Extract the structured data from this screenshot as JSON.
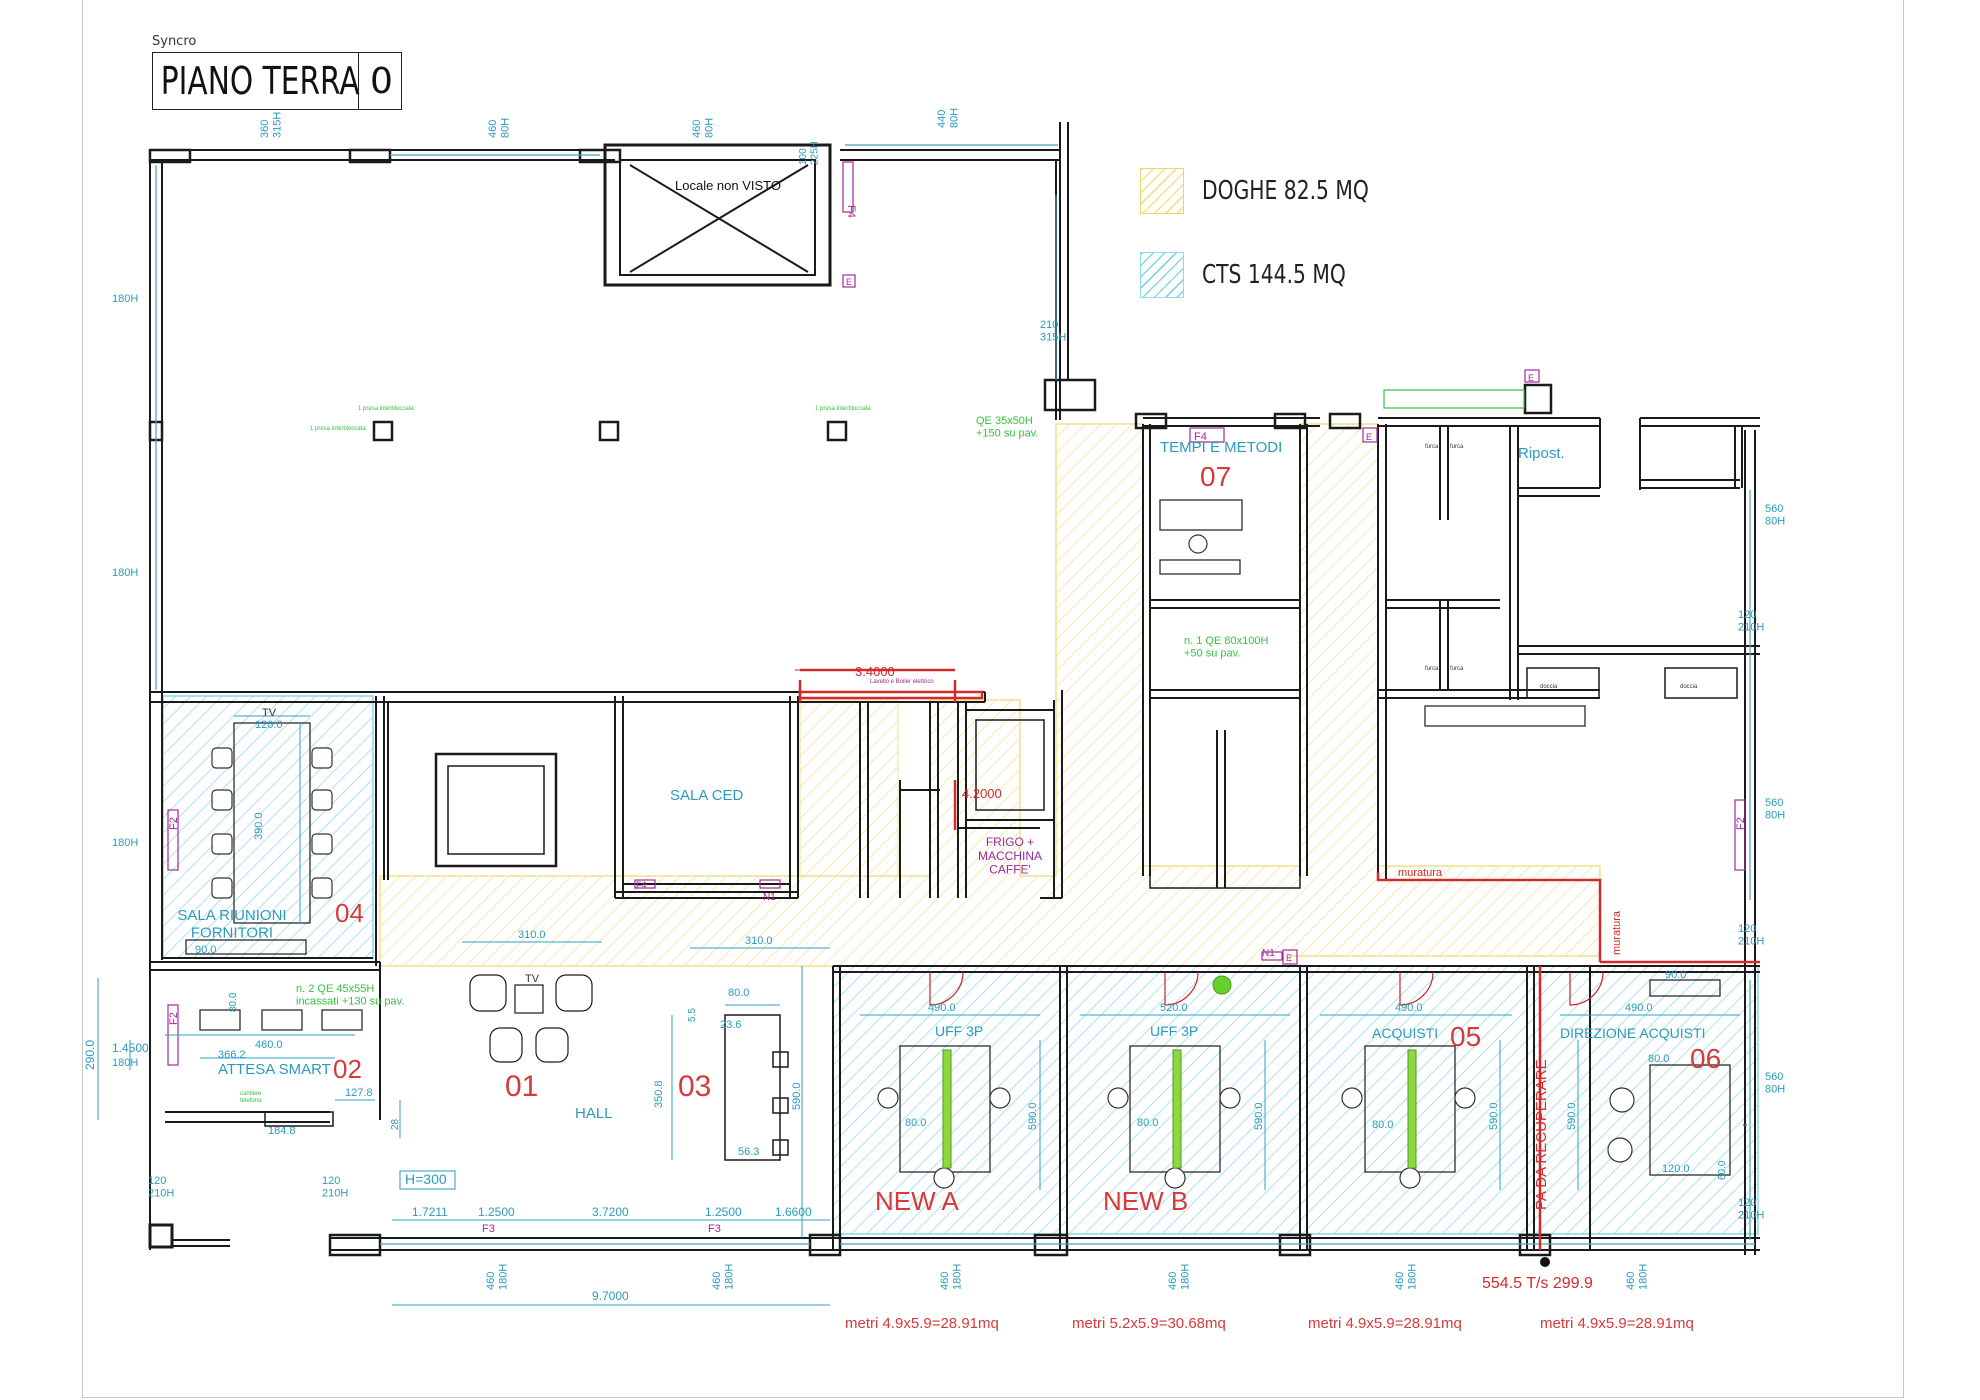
{
  "header": {
    "brand": "Syncro",
    "title": "PIANO TERRA",
    "floor_number": "0"
  },
  "legend": [
    {
      "label": "DOGHE 82.5 MQ",
      "color": "#f0e178"
    },
    {
      "label": "CTS 144.5 MQ",
      "color": "#7dd6e4"
    }
  ],
  "rooms": {
    "sala_riunioni": {
      "name": "SALA RIUNIONI\nFORNITORI",
      "number": "04"
    },
    "attesa_smart": {
      "name": "ATTESA SMART",
      "number": "02"
    },
    "hall": {
      "name": "HALL",
      "number": "01"
    },
    "room_03": {
      "number": "03"
    },
    "sala_ced": {
      "name": "SALA CED"
    },
    "tempi_metodi": {
      "name": "TEMPI E METODI",
      "number": "07"
    },
    "ripost": {
      "name": "Ripost."
    },
    "frigo": {
      "name": "FRIGO +\nMACCHINA\nCAFFE'"
    },
    "locale_non_visto": {
      "name": "Locale non VISTO"
    },
    "uff_a": {
      "name": "UFF 3P",
      "label": "NEW  A",
      "area": "metri 4.9x5.9=28.91mq"
    },
    "uff_b": {
      "name": "UFF 3P",
      "label": "NEW  B",
      "area": "metri 5.2x5.9=30.68mq"
    },
    "acquisti": {
      "name": "ACQUISTI",
      "number": "05",
      "area": "metri 4.9x5.9=28.91mq"
    },
    "direzione_acquisti": {
      "name": "DIREZIONE ACQUISTI",
      "number": "06",
      "area": "metri 4.9x5.9=28.91mq"
    }
  },
  "notes": {
    "qe_35x50": "QE 35x50H\n+150 su pav.",
    "qe_80x100": "n. 1 QE 80x100H\n+50 su pav.",
    "qe_45x55": "n. 2 QE 45x55H\nincassati +130 su pav.",
    "muratura_h": "muratura",
    "muratura_v": "muratura",
    "pa_da_recuperare": "PA DA RECUPERARE",
    "power": "554.5 T/s   299.9",
    "h300": "H=300",
    "tv_sala": "TV",
    "tv_hall": "TV",
    "lavello": "Lavello e Boiler elettrico",
    "presa_1": "1 presa interbloccata",
    "presa_2": "1 presa interbloccata",
    "presa_3": "1 presa interbloccata",
    "cantiere": "cantiere\ntelefono"
  },
  "dimensions": {
    "d_3_4000": "3.4000",
    "d_4_2000": "4.2000",
    "d_310_a": "310.0",
    "d_310_b": "310.0",
    "d_120": "120.0",
    "d_390": "390.0",
    "d_90_sala": "90.0",
    "d_460_att": "460.0",
    "d_80_att": "80.0",
    "d_1_4500": "1.4500",
    "d_290": "290.0",
    "d_366_2": "366.2",
    "d_127_8": "127.8",
    "d_28": "28",
    "d_184_8": "184.8",
    "d_80_03": "80.0",
    "d_23_6": "23.6",
    "d_5_5": "5.5",
    "d_350_8": "350.8",
    "d_56_3": "56.3",
    "d_590_hall": "590.0",
    "d_490_a": "490.0",
    "d_520_b": "520.0",
    "d_490_acq": "490.0",
    "d_490_dir": "490.0",
    "d_590_a": "590.0",
    "d_590_b": "590.0",
    "d_590_acq": "590.0",
    "d_590_dir": "590.0",
    "d_80_a": "80.0",
    "d_80_b": "80.0",
    "d_80_acq": "80.0",
    "d_80_dir": "80.0",
    "d_90_dir": "90.0",
    "d_120_dir": "120.0",
    "d_60_dir": "60.0",
    "d_1_7211": "1.7211",
    "d_1_2500_a": "1.2500",
    "d_3_7200": "3.7200",
    "d_1_2500_b": "1.2500",
    "d_1_6600": "1.6600",
    "d_9_7000": "9.7000"
  },
  "windows": {
    "w_top_1": "360\n315H",
    "w_top_2": "460\n80H",
    "w_top_3": "460\n80H",
    "w_top_4": "100\n225H",
    "w_top_5": "440\n80H",
    "w_210_315": "210\n315H",
    "w_left_1": "180H",
    "w_left_2": "180H",
    "w_left_3": "180H",
    "w_left_4": "180H",
    "w_right_1": "560\n80H",
    "w_right_2": "120\n210H",
    "w_right_3": "560\n80H",
    "w_right_4": "120\n210H",
    "w_right_5": "560\n80H",
    "w_right_6": "120\n210H",
    "w_door_1": "120\n210H",
    "w_door_2": "120\n210H",
    "w_bot_1": "460\n180H",
    "w_bot_2": "460\n180H",
    "w_bot_3": "460\n180H",
    "w_bot_4": "460\n180H",
    "w_bot_5": "460\n180H",
    "w_bot_6": "460\n180H"
  },
  "tags": {
    "f4_top": "F4",
    "f4_mid": "F4",
    "f4_ced": "F4",
    "f2_sala": "F2",
    "f2_att": "F2",
    "f2_right": "F2",
    "f3_a": "F3",
    "f3_b": "F3",
    "n1_ced": "N1",
    "n1_corr": "N1",
    "e_top": "E",
    "e_mid": "E",
    "e_wc": "E",
    "e_corr": "E",
    "furca_1": "furca",
    "furca_2": "furca",
    "furca_3": "furca",
    "furca_4": "furca",
    "doccia_1": "doccia",
    "doccia_2": "doccia"
  }
}
